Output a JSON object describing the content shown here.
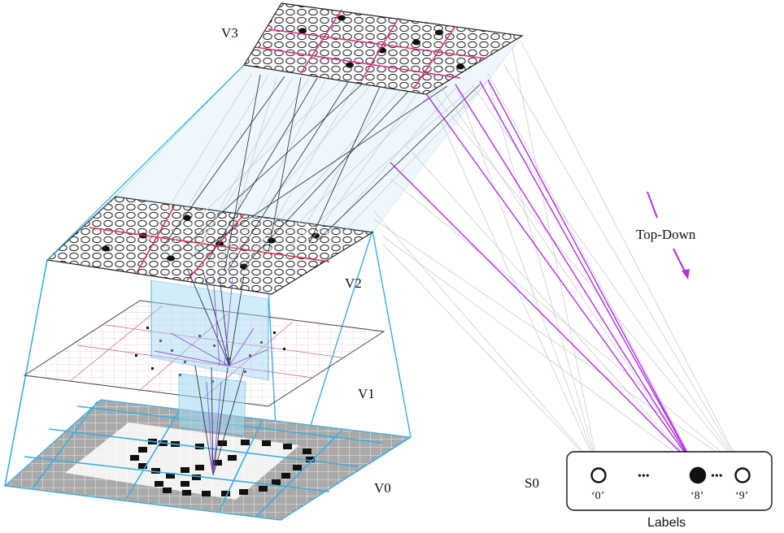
{
  "layers": {
    "v3": "V3",
    "v2": "V2",
    "v1": "V1",
    "v0": "V0",
    "s0": "S0"
  },
  "annotations": {
    "top_down": "Top-Down"
  },
  "labels_box": {
    "title": "Labels",
    "ellipsis": "•••",
    "units": [
      {
        "text": "‘0’",
        "active": false
      },
      {
        "text": "‘8’",
        "active": true
      },
      {
        "text": "‘9’",
        "active": false
      }
    ]
  },
  "colors": {
    "frame": "#3aaee0",
    "column": "#9fd8f0",
    "dark_line": "#1c2a44",
    "grey_line": "#c9cdd2",
    "highlight": "#b030e0",
    "grid_red": "#e0306a",
    "pixel_gray": "#a9a9a9",
    "pixel_black": "#111111"
  }
}
